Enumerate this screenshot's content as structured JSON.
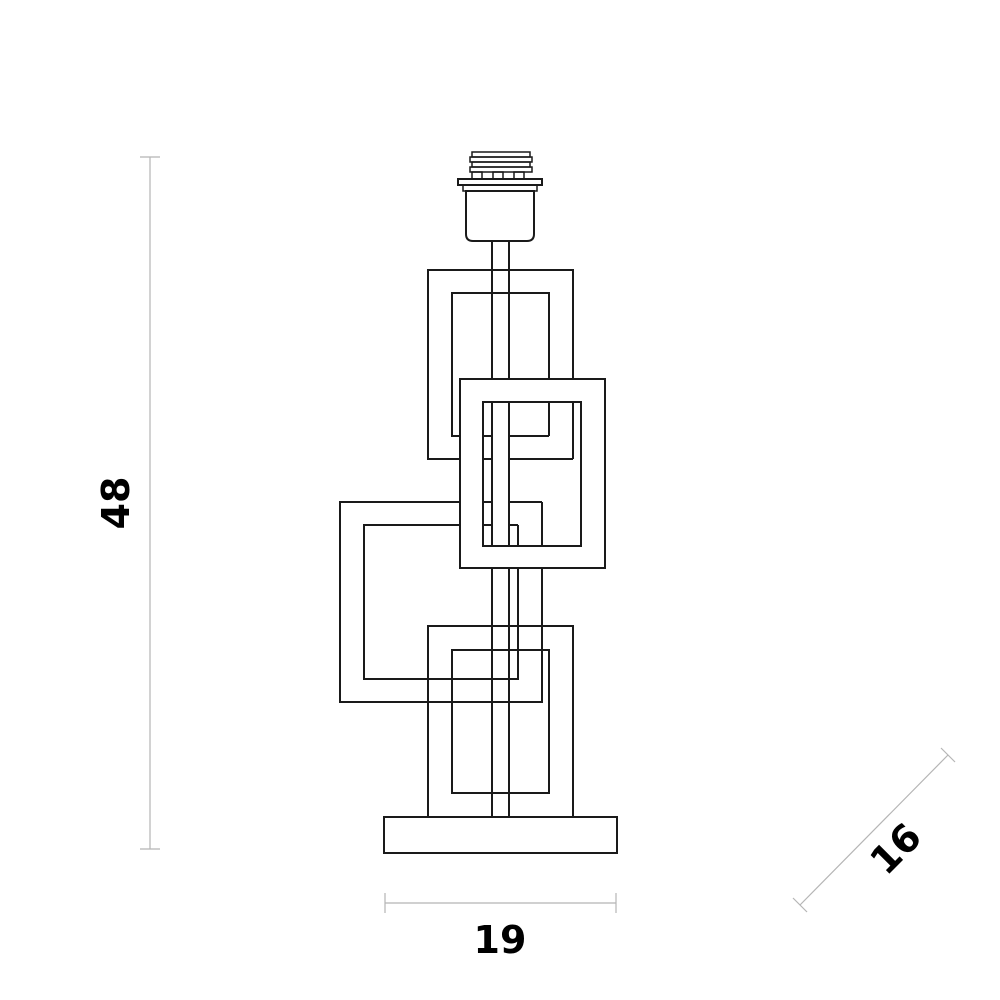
{
  "diagram": {
    "subject": "table-lamp-base",
    "units": "",
    "dimensions": {
      "height": "48",
      "width": "19",
      "depth": "16"
    }
  },
  "colors": {
    "line": "#1a1a1a",
    "dimension_line": "#b5b5b5",
    "background": "#ffffff"
  }
}
